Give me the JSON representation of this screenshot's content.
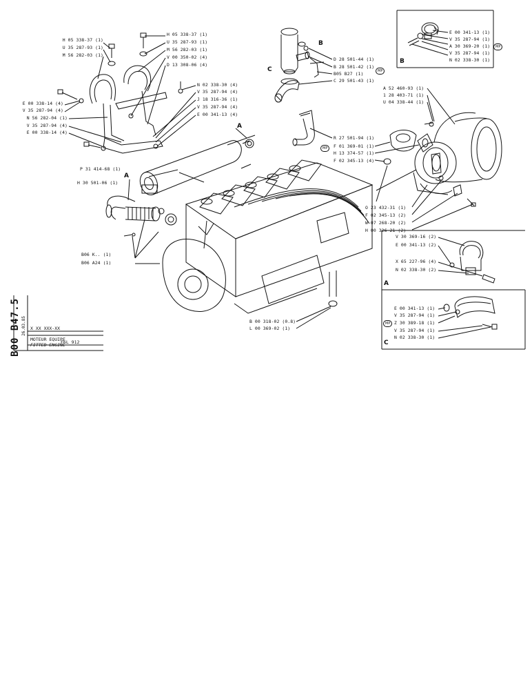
{
  "reference": {
    "code": "B00 B47.5",
    "date": "26.03.85"
  },
  "title_block": {
    "code_line": "X XX XXX-XX",
    "title_fr": "MOTEUR EQUIPE",
    "title_en": "FITTED ENGINE",
    "model": "F6L 912"
  },
  "callouts": {
    "a": "A",
    "b": "B",
    "c": "C",
    "mp": "MP"
  },
  "parts_left": [
    "H 05 338-37 (1)",
    "U 35 287-93 (1)",
    "M 56 282-03 (1)",
    "E 00 338-14 (4)",
    "V 35 287-94 (4)",
    "N 56 282-04 (1)",
    "V 35 287-94 (4)",
    "E 00 338-14 (4)"
  ],
  "parts_mid": [
    "H 05 338-37 (1)",
    "U 35 287-93 (1)",
    "M 56 282-03 (1)",
    "V 00 350-02 (4)",
    "D 13 308-06 (4)",
    "N 02 338-30 (4)",
    "V 35 287-94 (4)",
    "J 18 316-36 (1)",
    "V 35 287-94 (4)",
    "E 00 341-13 (4)"
  ],
  "parts_muffler": [
    "P 31 414-68 (1)",
    "H 30 501-06 (1)"
  ],
  "parts_pipe": [
    "D 28 501-44 (1)",
    "B 28 501-42 (1)",
    "B05 B27 (1)",
    "C 29 501-43 (1)"
  ],
  "parts_elbow": [
    "R 27 501-94 (1)",
    "F 01 369-01 (1)",
    "H 13 374-57 (1)",
    "F 02 345-13 (4)"
  ],
  "parts_intake": [
    "A 52 460-93 (1)",
    "1 28 403-71 (1)",
    "U 04 338-44 (1)"
  ],
  "parts_intake_lower": [
    "O 23 432-31 (1)",
    "F 02 345-13 (2)",
    "W 07 268-20 (2)",
    "H 00 326-21 (2)"
  ],
  "parts_engine": [
    "B06 K.. (1)",
    "B06 A24 (1)"
  ],
  "parts_bottom": [
    "B 00 318-02 (0.8)",
    "L 00 369-02 (1)"
  ],
  "detail_b": [
    "E 00 341-13 (1)",
    "V 35 287-94 (1)",
    "A 30 369-20 (1)",
    "V 35 287-94 (1)",
    "N 02 338-30 (1)"
  ],
  "detail_a": [
    "V 30 369-16 (2)",
    "E 00 341-13 (2)",
    "X 65 227-96 (4)",
    "N 02 338-30 (2)"
  ],
  "detail_c": [
    "E 00 341-13 (1)",
    "V 35 287-94 (1)",
    "Z 30 389-18 (1)",
    "V 35 287-94 (1)",
    "N 02 338-30 (1)"
  ]
}
